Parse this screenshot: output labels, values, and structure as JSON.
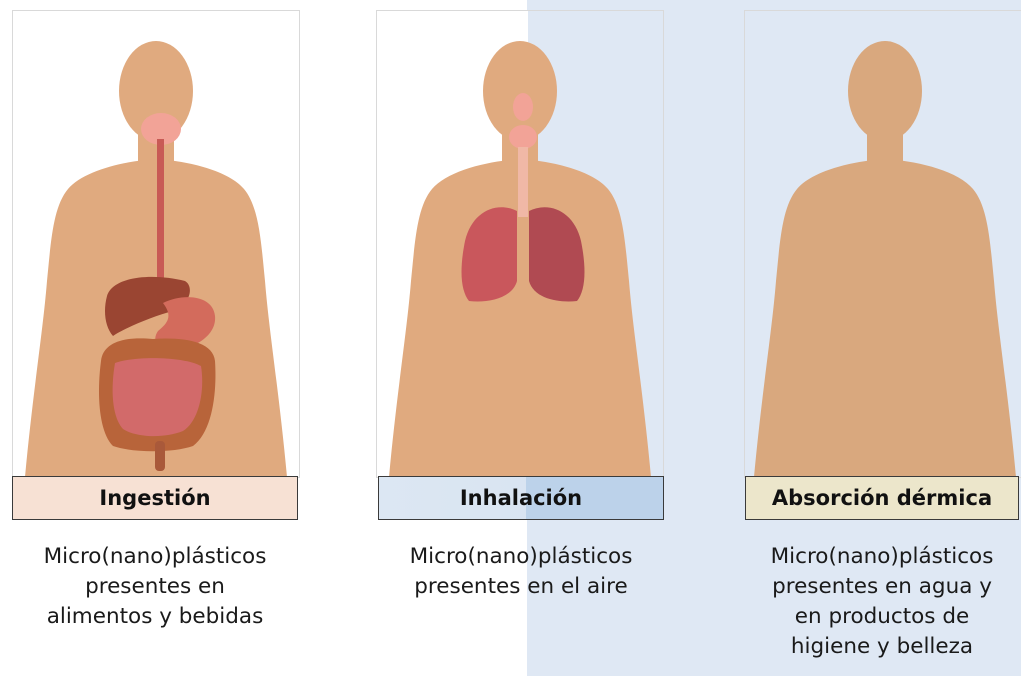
{
  "routes": [
    {
      "label": "Ingestión",
      "description": [
        "Micro(nano)plásticos",
        "presentes en",
        "alimentos y bebidas"
      ],
      "box_color": "#f7e1d4"
    },
    {
      "label": "Inhalación",
      "description": [
        "Micro(nano)plásticos",
        "presentes en el aire"
      ],
      "box_color": "#dce7f3"
    },
    {
      "label": "Absorción dérmica",
      "description": [
        "Micro(nano)plásticos",
        "presentes en agua y",
        "en productos de",
        "higiene y belleza"
      ],
      "box_color": "#ece6cb"
    }
  ],
  "colors": {
    "skin": "#e0aa7f",
    "organ_red": "#c85a55",
    "liver": "#9a4532",
    "intestine": "#b8643a",
    "lung": "#c9575c",
    "highlight_panel": "#dfe8f4"
  },
  "icons": [
    "body-digestive-icon",
    "body-respiratory-icon",
    "body-skin-icon"
  ]
}
